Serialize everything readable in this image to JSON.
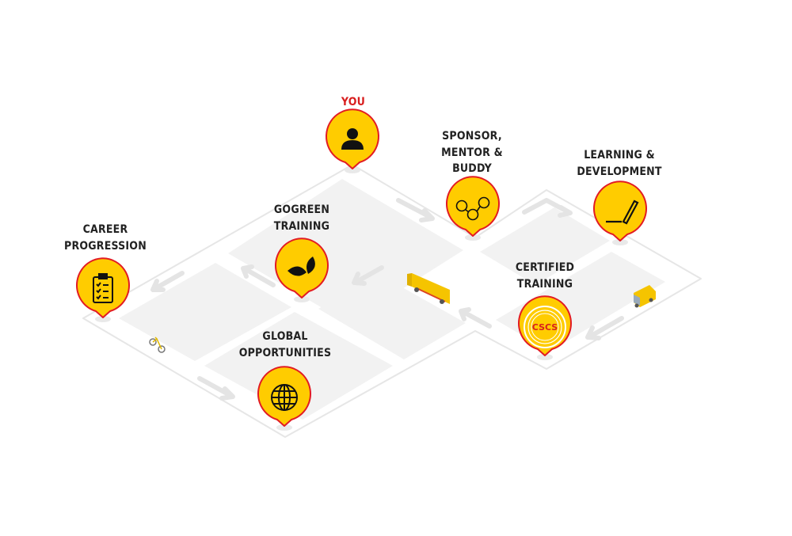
{
  "colors": {
    "pin_fill": "#ffcc00",
    "pin_border": "#e21b23",
    "highlight_text": "#d81e1e",
    "text": "#222222",
    "block": "#f2f2f2",
    "road_edge": "#e6e6e6"
  },
  "stops": [
    {
      "id": "you",
      "lines": [
        "YOU"
      ],
      "icon": "user-icon"
    },
    {
      "id": "sponsor",
      "lines": [
        "SPONSOR,",
        "MENTOR &",
        "BUDDY"
      ],
      "icon": "network-people-icon"
    },
    {
      "id": "learning",
      "lines": [
        "LEARNING &",
        "DEVELOPMENT"
      ],
      "icon": "pencil-icon"
    },
    {
      "id": "gogreen",
      "lines": [
        "GOGREEN",
        "TRAINING"
      ],
      "icon": "leaves-icon"
    },
    {
      "id": "career",
      "lines": [
        "CAREER",
        "PROGRESSION"
      ],
      "icon": "clipboard-checklist-icon"
    },
    {
      "id": "certified",
      "lines": [
        "CERTIFIED",
        "TRAINING"
      ],
      "icon": "cscs-badge-icon",
      "badge_text": "CSCS"
    },
    {
      "id": "global",
      "lines": [
        "GLOBAL",
        "OPPORTUNITIES"
      ],
      "icon": "globe-icon"
    }
  ]
}
